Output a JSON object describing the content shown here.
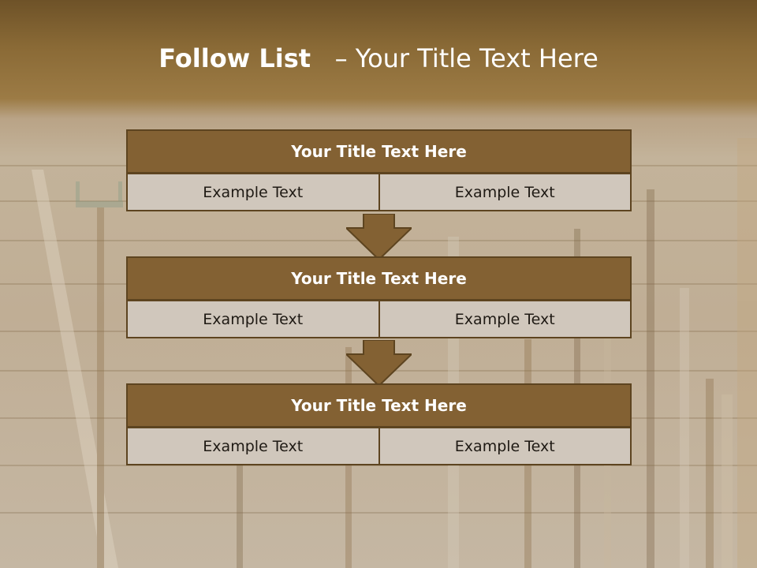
{
  "slide": {
    "title_bold": "Follow List",
    "title_rest": "– Your Title Text Here",
    "blocks": [
      {
        "title": "Your Title Text Here",
        "left": "Example Text",
        "right": "Example Text"
      },
      {
        "title": "Your Title Text Here",
        "left": "Example Text",
        "right": "Example Text"
      },
      {
        "title": "Your Title Text Here",
        "left": "Example Text",
        "right": "Example Text"
      }
    ]
  },
  "colors": {
    "header_band": "#8a6a36",
    "block_header": "#836133",
    "block_border": "#5d4420",
    "cell_fill": "#d0c7bc",
    "arrow": "#836133"
  }
}
